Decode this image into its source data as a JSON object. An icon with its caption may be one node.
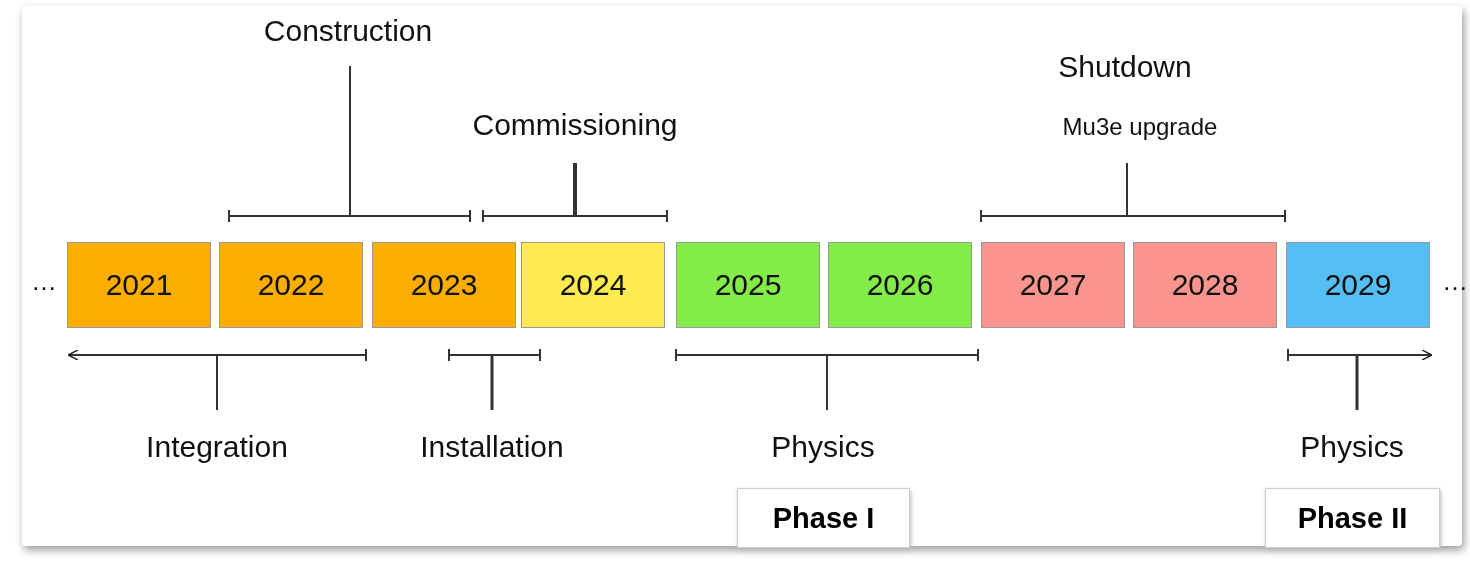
{
  "diagram": {
    "nodes": [
      {
        "text": [
          "2021"
        ]
      },
      {
        "text": [
          "2022"
        ]
      },
      {
        "text": [
          "2023"
        ]
      },
      {
        "text": [
          "2024"
        ]
      },
      {
        "text": [
          "2025"
        ]
      },
      {
        "text": [
          "2026"
        ]
      },
      {
        "text": [
          "2027"
        ]
      },
      {
        "text": [
          "2028"
        ]
      },
      {
        "text": [
          "2029"
        ]
      },
      {
        "text": [
          "Phase I"
        ]
      },
      {
        "text": [
          "Phase II"
        ]
      }
    ],
    "edges": [],
    "labels": [
      "Construction",
      "Shutdown",
      "Commissioning",
      "Mu3e upgrade",
      "…",
      "…",
      "Integration",
      "Installation",
      "Physics",
      "Physics"
    ]
  }
}
